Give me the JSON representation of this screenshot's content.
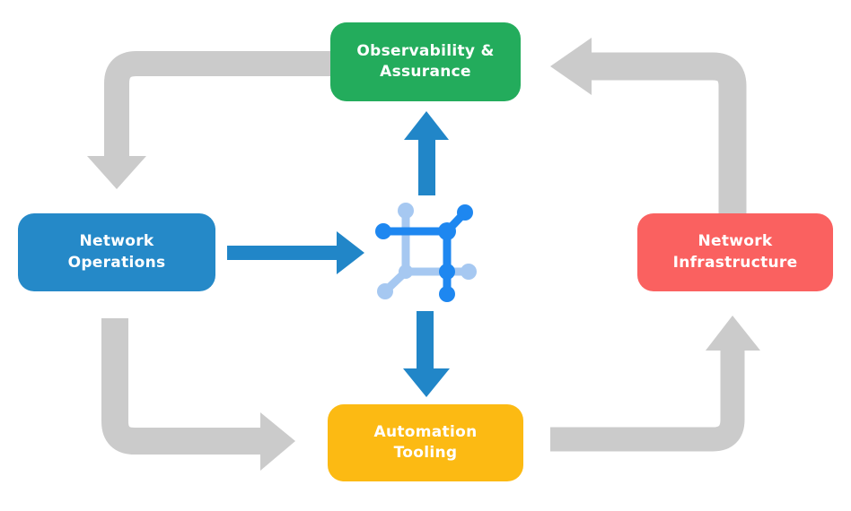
{
  "diagram": {
    "nodes": [
      {
        "id": "observability",
        "label_line1": "Observability &",
        "label_line2": "Assurance",
        "color": "#23AC5C"
      },
      {
        "id": "operations",
        "label_line1": "Network",
        "label_line2": "Operations",
        "color": "#2589C8"
      },
      {
        "id": "infrastructure",
        "label_line1": "Network",
        "label_line2": "Infrastructure",
        "color": "#FA6160"
      },
      {
        "id": "automation",
        "label_line1": "Automation",
        "label_line2": "Tooling",
        "color": "#FCBA13"
      }
    ],
    "center_icon": "network-mesh-icon",
    "edges": [
      {
        "from": "observability",
        "to": "operations",
        "style": "gray-elbow"
      },
      {
        "from": "infrastructure",
        "to": "observability",
        "style": "gray-elbow"
      },
      {
        "from": "operations",
        "to": "automation",
        "style": "gray-elbow"
      },
      {
        "from": "automation",
        "to": "infrastructure",
        "style": "gray-elbow"
      },
      {
        "from": "operations",
        "to": "center-icon",
        "style": "blue-straight"
      },
      {
        "from": "center-icon",
        "to": "observability",
        "style": "blue-straight"
      },
      {
        "from": "center-icon",
        "to": "automation",
        "style": "blue-straight"
      }
    ]
  },
  "colors": {
    "green": "#23AC5C",
    "blue-box": "#2589C8",
    "red": "#FA6160",
    "yellow": "#FCBA13",
    "gray": "#CBCBCB",
    "blue-arrow": "#2186C8",
    "icon-dark": "#1E87F0",
    "icon-light": "#A6C8F1",
    "text": "#FFFFFF",
    "background": "#FFFFFF"
  }
}
